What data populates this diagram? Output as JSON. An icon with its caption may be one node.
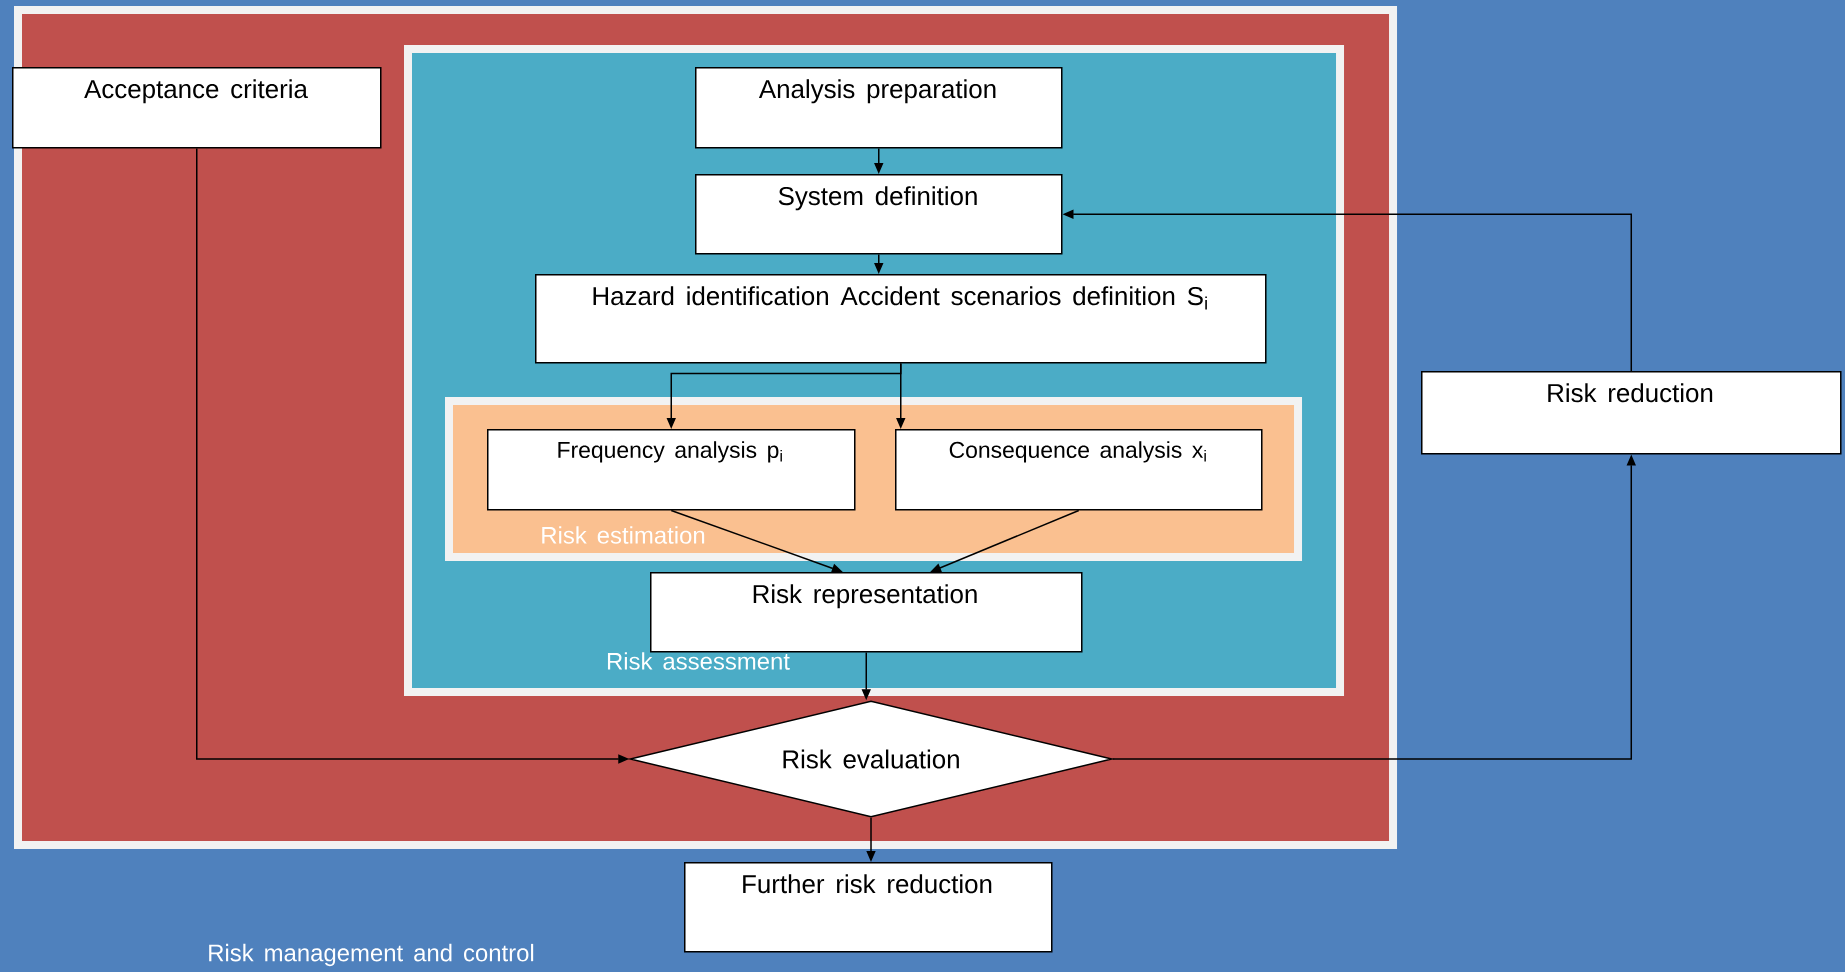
{
  "diagram": {
    "nodes": [
      {
        "text": [
          "Risk management and control"
        ]
      },
      {
        "text": [
          "Acceptance criteria"
        ],
        "in": 0
      },
      {
        "text": [
          "Risk assessment"
        ],
        "in": 0
      },
      {
        "text": [
          "Analysis preparation"
        ],
        "in": 2
      },
      {
        "text": [
          "System definition"
        ],
        "in": 2
      },
      {
        "text": [
          "Hazard identification Accident scenarios definition S$_{i}$"
        ],
        "in": 2
      },
      {
        "text": [
          "Risk estimation"
        ],
        "in": 2
      },
      {
        "text": [
          "Frequency analysis p$_{i}$"
        ],
        "in": 6
      },
      {
        "text": [
          "Consequence analysis x$_{i}$"
        ],
        "in": 6
      },
      {
        "text": [
          "Risk representation"
        ],
        "in": 2
      },
      {
        "text": [
          "Risk evaluation"
        ],
        "in": 0
      },
      {
        "text": [
          "Risk reduction"
        ]
      },
      {
        "text": [
          "Further risk reduction"
        ]
      }
    ],
    "edges": [
      {
        "from": 3,
        "to": 4,
        "arrow": "to"
      },
      {
        "from": 4,
        "to": 5,
        "arrow": "to"
      },
      {
        "from": 5,
        "to": 7,
        "arrow": "to"
      },
      {
        "from": 5,
        "to": 8,
        "arrow": "to"
      },
      {
        "from": 7,
        "to": 9,
        "arrow": "to"
      },
      {
        "from": 8,
        "to": 9,
        "arrow": "to"
      },
      {
        "from": 9,
        "to": 10,
        "arrow": "to"
      },
      {
        "from": 1,
        "to": 10,
        "arrow": "to"
      },
      {
        "from": 10,
        "to": 11,
        "arrow": "to"
      },
      {
        "from": 11,
        "to": 4,
        "arrow": "to"
      },
      {
        "from": 10,
        "to": 12,
        "arrow": "to"
      }
    ]
  }
}
